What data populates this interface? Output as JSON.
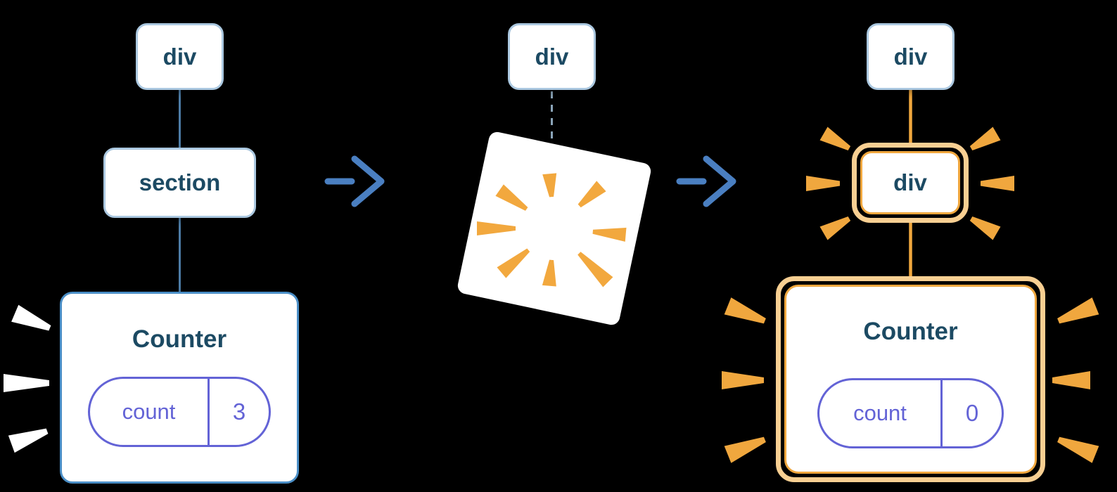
{
  "colors": {
    "background": "#000000",
    "node_text": "#1c4a63",
    "node_border": "#abc8e0",
    "counter_border": "#4a8ec6",
    "connector_blue": "#4d7ca6",
    "arrow_blue": "#4a7fc1",
    "state_purple": "#6363d6",
    "highlight_orange": "#f0a73e",
    "highlight_orange_light": "#f8cf92",
    "poof_white": "#ffffff"
  },
  "icons": {
    "arrow_right": "→",
    "explosion_burst": "✹",
    "highlight_burst": "✹",
    "poof_marks": "☄"
  },
  "stages": {
    "before": {
      "root_label": "div",
      "child_label": "section",
      "counter": {
        "title": "Counter",
        "state_key": "count",
        "state_value": "3"
      }
    },
    "during": {
      "root_label": "div"
    },
    "after": {
      "root_label": "div",
      "child_label": "div",
      "counter": {
        "title": "Counter",
        "state_key": "count",
        "state_value": "0"
      }
    }
  }
}
